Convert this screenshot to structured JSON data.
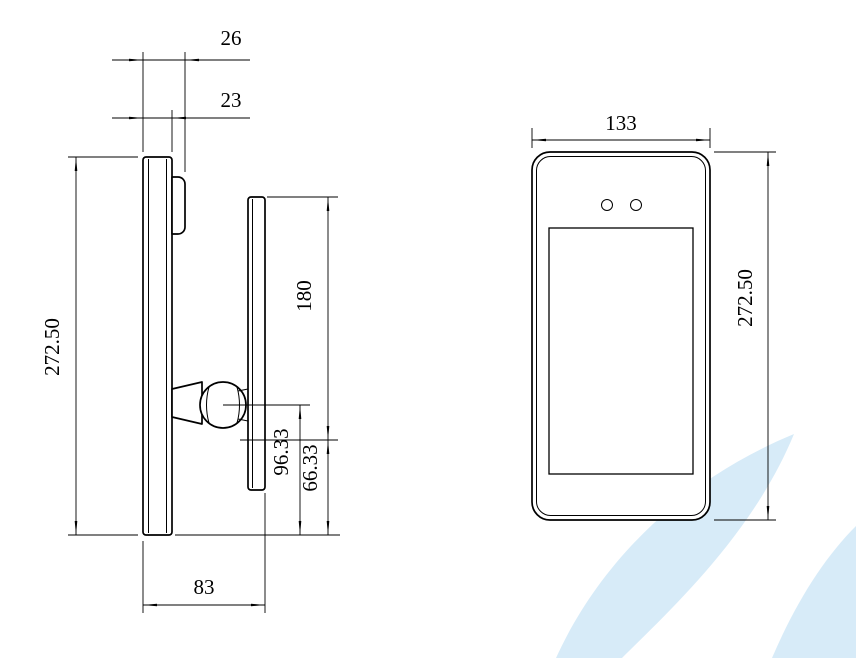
{
  "drawing": {
    "side_view": {
      "dim_depth_overall": "26",
      "dim_depth_body": "23",
      "dim_height": "272.50",
      "dim_bracket_length": "180",
      "dim_ball_center_to_bottom": "96.33",
      "dim_bracket_bottom_to_bottom": "66.33",
      "dim_depth_installed": "83"
    },
    "front_view": {
      "dim_width": "133",
      "dim_height": "272.50"
    },
    "colors": {
      "line": "#000000",
      "watermark": "#d7ebf8",
      "background": "#ffffff"
    }
  }
}
